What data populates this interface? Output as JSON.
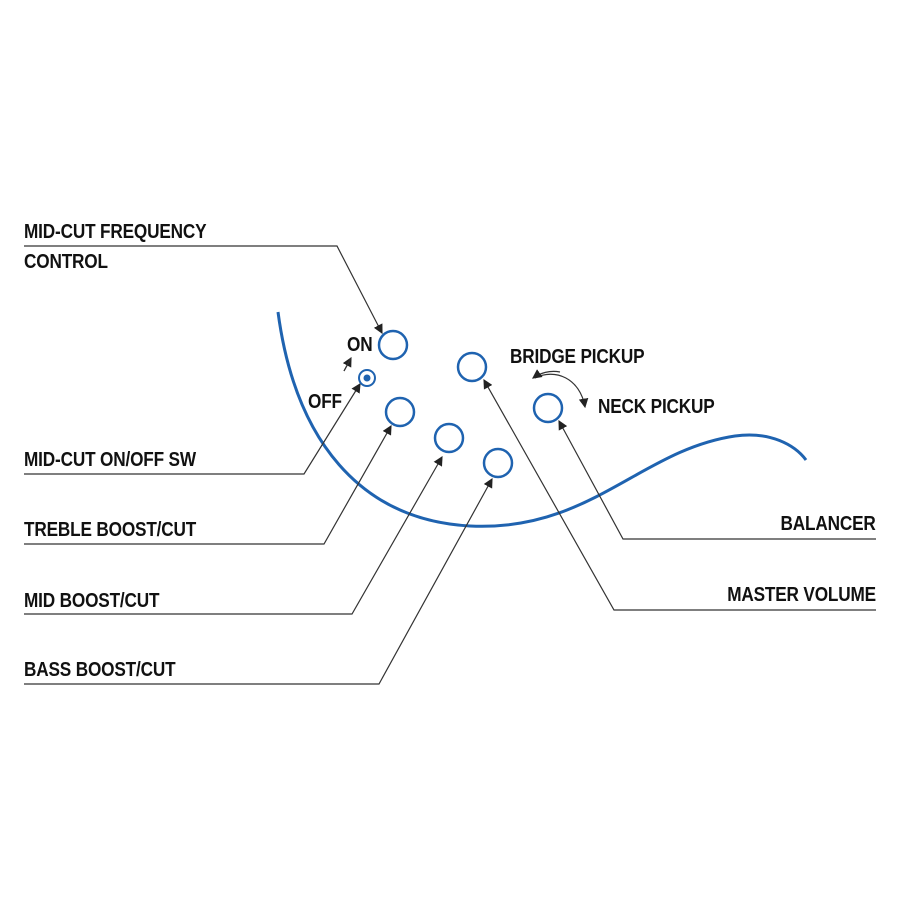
{
  "labels": {
    "midcut_freq_line1": "MID-CUT FREQUENCY",
    "midcut_freq_line2": "CONTROL",
    "midcut_switch": "MID-CUT ON/OFF SW",
    "treble": "TREBLE BOOST/CUT",
    "mid": "MID BOOST/CUT",
    "bass": "BASS BOOST/CUT",
    "balancer": "BALANCER",
    "master_volume": "MASTER VOLUME",
    "on": "ON",
    "off": "OFF",
    "bridge_pickup": "BRIDGE PICKUP",
    "neck_pickup": "NECK PICKUP"
  },
  "colors": {
    "body_outline": "#1f63b0",
    "knob_outline": "#1f63b0",
    "leader_line": "#333333",
    "text": "#111111"
  }
}
